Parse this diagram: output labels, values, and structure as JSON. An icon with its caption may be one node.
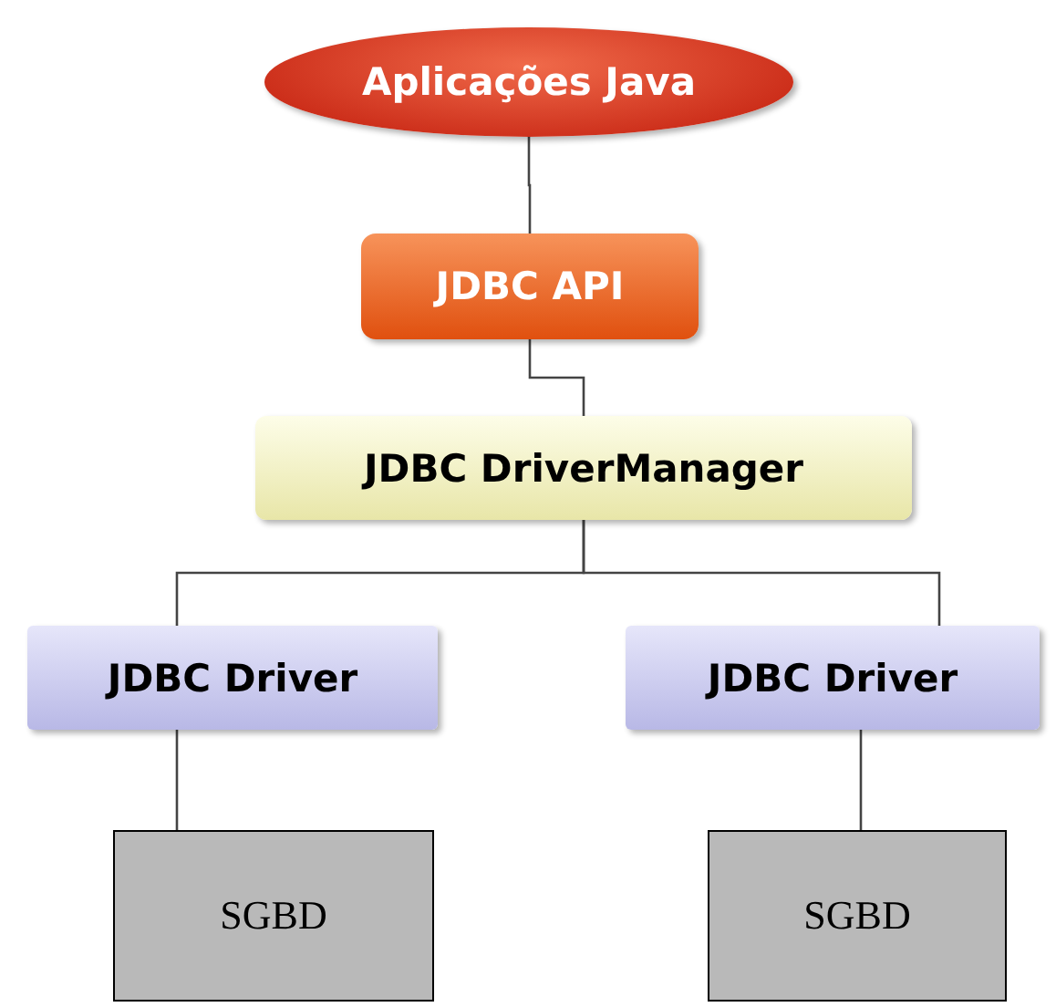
{
  "diagram": {
    "nodes": [
      {
        "text": [
          "Aplicações Java"
        ]
      },
      {
        "text": [
          "JDBC API"
        ]
      },
      {
        "text": [
          "JDBC DriverManager"
        ]
      },
      {
        "text": [
          "JDBC Driver"
        ]
      },
      {
        "text": [
          "JDBC Driver"
        ]
      },
      {
        "text": [
          "SGBD"
        ]
      },
      {
        "text": [
          "SGBD"
        ]
      }
    ],
    "edges": [
      {
        "from": 0,
        "to": 1,
        "arrow": "none"
      },
      {
        "from": 1,
        "to": 2,
        "arrow": "none"
      },
      {
        "from": 2,
        "to": 3,
        "arrow": "none"
      },
      {
        "from": 2,
        "to": 4,
        "arrow": "none"
      },
      {
        "from": 3,
        "to": 5,
        "arrow": "none"
      },
      {
        "from": 4,
        "to": 6,
        "arrow": "none"
      }
    ]
  }
}
